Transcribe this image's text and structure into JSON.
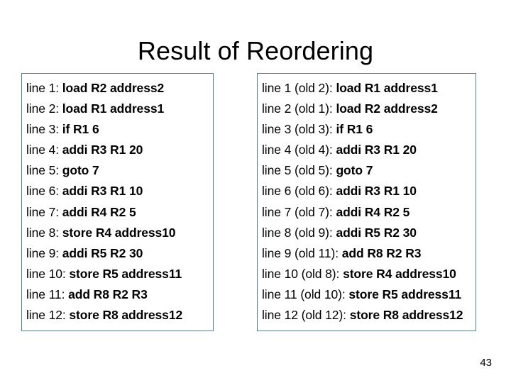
{
  "slide": {
    "title": "Result of Reordering",
    "page_number": "43",
    "border_color": "#5f7d85",
    "background_color": "#ffffff",
    "text_color": "#000000"
  },
  "left_box": {
    "name": "original-code-listing",
    "lines": [
      {
        "label": "line 1:",
        "instruction": "load R2 address2"
      },
      {
        "label": "line 2:",
        "instruction": "load R1 address1"
      },
      {
        "label": "line 3:",
        "instruction": "if R1 6"
      },
      {
        "label": "line 4:",
        "instruction": "addi R3 R1 20"
      },
      {
        "label": "line 5:",
        "instruction": "goto 7"
      },
      {
        "label": "line 6:",
        "instruction": "addi R3 R1 10"
      },
      {
        "label": "line 7:",
        "instruction": "addi R4 R2 5"
      },
      {
        "label": "line 8:",
        "instruction": "store R4 address10"
      },
      {
        "label": "line 9:",
        "instruction": "addi R5 R2 30"
      },
      {
        "label": "line 10:",
        "instruction": "store R5 address11"
      },
      {
        "label": "line 11:",
        "instruction": "add R8 R2 R3"
      },
      {
        "label": "line 12:",
        "instruction": "store R8 address12"
      }
    ]
  },
  "right_box": {
    "name": "reordered-code-listing",
    "lines": [
      {
        "label": "line 1 (old 2):",
        "instruction": "load R1 address1"
      },
      {
        "label": "line 2 (old 1):",
        "instruction": "load R2 address2"
      },
      {
        "label": "line 3 (old 3):",
        "instruction": "if R1 6"
      },
      {
        "label": "line 4 (old 4):",
        "instruction": "addi R3 R1 20"
      },
      {
        "label": "line 5 (old 5):",
        "instruction": "goto 7"
      },
      {
        "label": "line 6 (old 6):",
        "instruction": "addi R3 R1 10"
      },
      {
        "label": "line 7 (old 7):",
        "instruction": "addi R4 R2 5"
      },
      {
        "label": "line 8 (old 9):",
        "instruction": "addi R5 R2 30"
      },
      {
        "label": "line 9 (old 11):",
        "instruction": "add R8 R2 R3"
      },
      {
        "label": "line 10 (old 8):",
        "instruction": "store R4 address10"
      },
      {
        "label": "line 11 (old 10):",
        "instruction": "store R5 address11"
      },
      {
        "label": "line 12 (old 12):",
        "instruction": "store R8 address12"
      }
    ]
  }
}
